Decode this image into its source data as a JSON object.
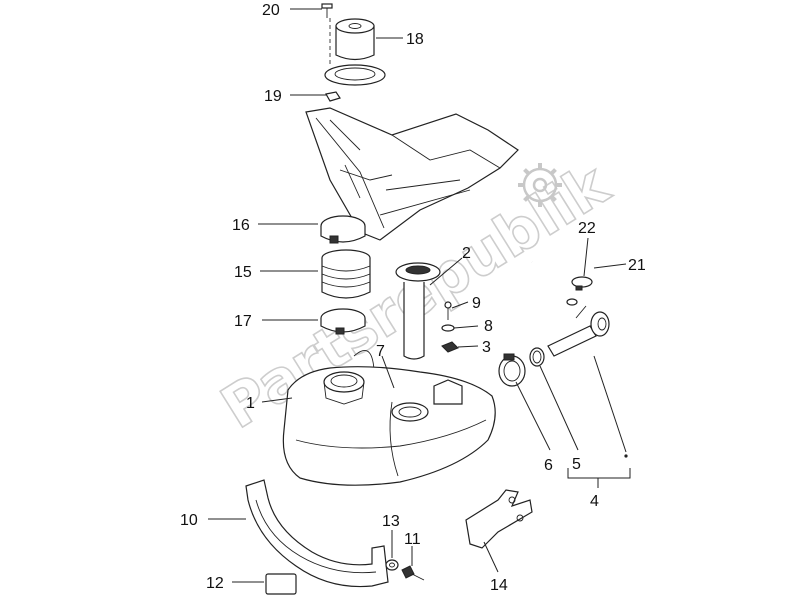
{
  "watermark": "Partsrepublik",
  "parts": [
    {
      "id": "1",
      "label": "1"
    },
    {
      "id": "2",
      "label": "2"
    },
    {
      "id": "3",
      "label": "3"
    },
    {
      "id": "4",
      "label": "4"
    },
    {
      "id": "5",
      "label": "5"
    },
    {
      "id": "6",
      "label": "6"
    },
    {
      "id": "7",
      "label": "7"
    },
    {
      "id": "8",
      "label": "8"
    },
    {
      "id": "9",
      "label": "9"
    },
    {
      "id": "10",
      "label": "10"
    },
    {
      "id": "11",
      "label": "11"
    },
    {
      "id": "12",
      "label": "12"
    },
    {
      "id": "13",
      "label": "13"
    },
    {
      "id": "14",
      "label": "14"
    },
    {
      "id": "15",
      "label": "15"
    },
    {
      "id": "16",
      "label": "16"
    },
    {
      "id": "17",
      "label": "17"
    },
    {
      "id": "18",
      "label": "18"
    },
    {
      "id": "19",
      "label": "19"
    },
    {
      "id": "20",
      "label": "20"
    },
    {
      "id": "21",
      "label": "21"
    },
    {
      "id": "22",
      "label": "22"
    }
  ]
}
